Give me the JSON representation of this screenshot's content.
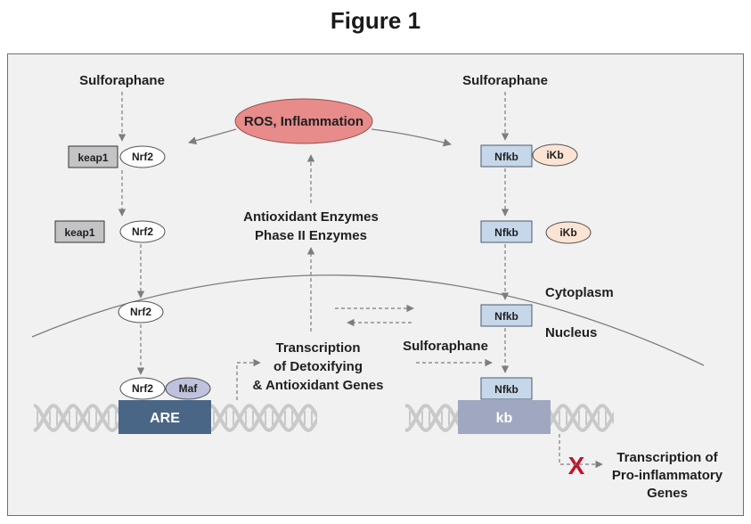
{
  "title": "Figure 1",
  "labels": {
    "sulforaphane": "Sulforaphane",
    "ros": "ROS, Inflammation",
    "keap1": "keap1",
    "nrf2": "Nrf2",
    "maf": "Maf",
    "are": "ARE",
    "nfkb": "Nfkb",
    "ikb": "iKb",
    "kb": "kb",
    "antioxidant_line1": "Antioxidant Enzymes",
    "antioxidant_line2": "Phase II Enzymes",
    "cytoplasm": "Cytoplasm",
    "nucleus": "Nucleus",
    "transcription_line1": "Transcription",
    "transcription_line2": "of Detoxifying",
    "transcription_line3": "& Antioxidant Genes",
    "proinflam_line1": "Transcription of",
    "proinflam_line2": "Pro-inflammatory",
    "proinflam_line3": "Genes",
    "block_mark": "X"
  },
  "colors": {
    "panel_bg": "#f1f1f2",
    "ros_fill": "#e78b8b",
    "keap1_fill": "#c4c4c6",
    "nfkb_fill": "#c5d7e9",
    "ikb_fill": "#fbe4d3",
    "maf_fill": "#bfc2dc",
    "are_fill": "#4a6687",
    "kb_fill": "#a0a8c1",
    "dna": "#c9c9c9",
    "arrow": "#7d7d7d",
    "block_mark": "#c0142a"
  }
}
